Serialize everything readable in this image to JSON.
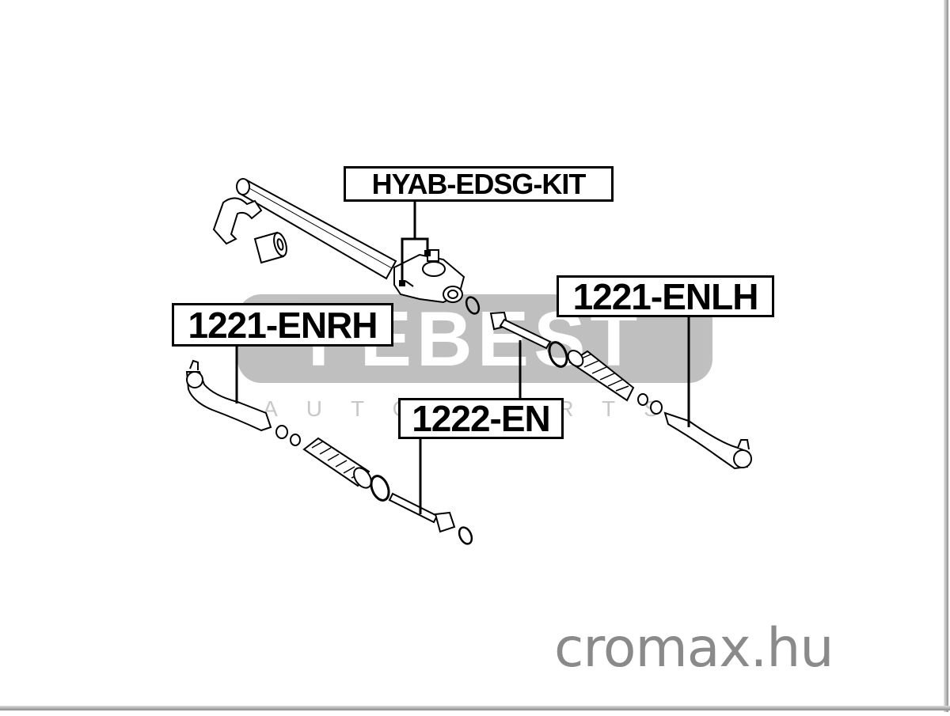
{
  "labels": {
    "kit": "HYAB-EDSG-KIT",
    "enlh": "1221-ENLH",
    "enrh": "1221-ENRH",
    "en": "1222-EN"
  },
  "brand_logo": {
    "name": "FEBEST",
    "tagline": "A U T O   P A R T S"
  },
  "watermark": "cromax.hu",
  "colors": {
    "line": "#000000",
    "logo_gray": "#8c8c8c",
    "watermark_gray": "#8a8a8a",
    "background": "#ffffff"
  }
}
